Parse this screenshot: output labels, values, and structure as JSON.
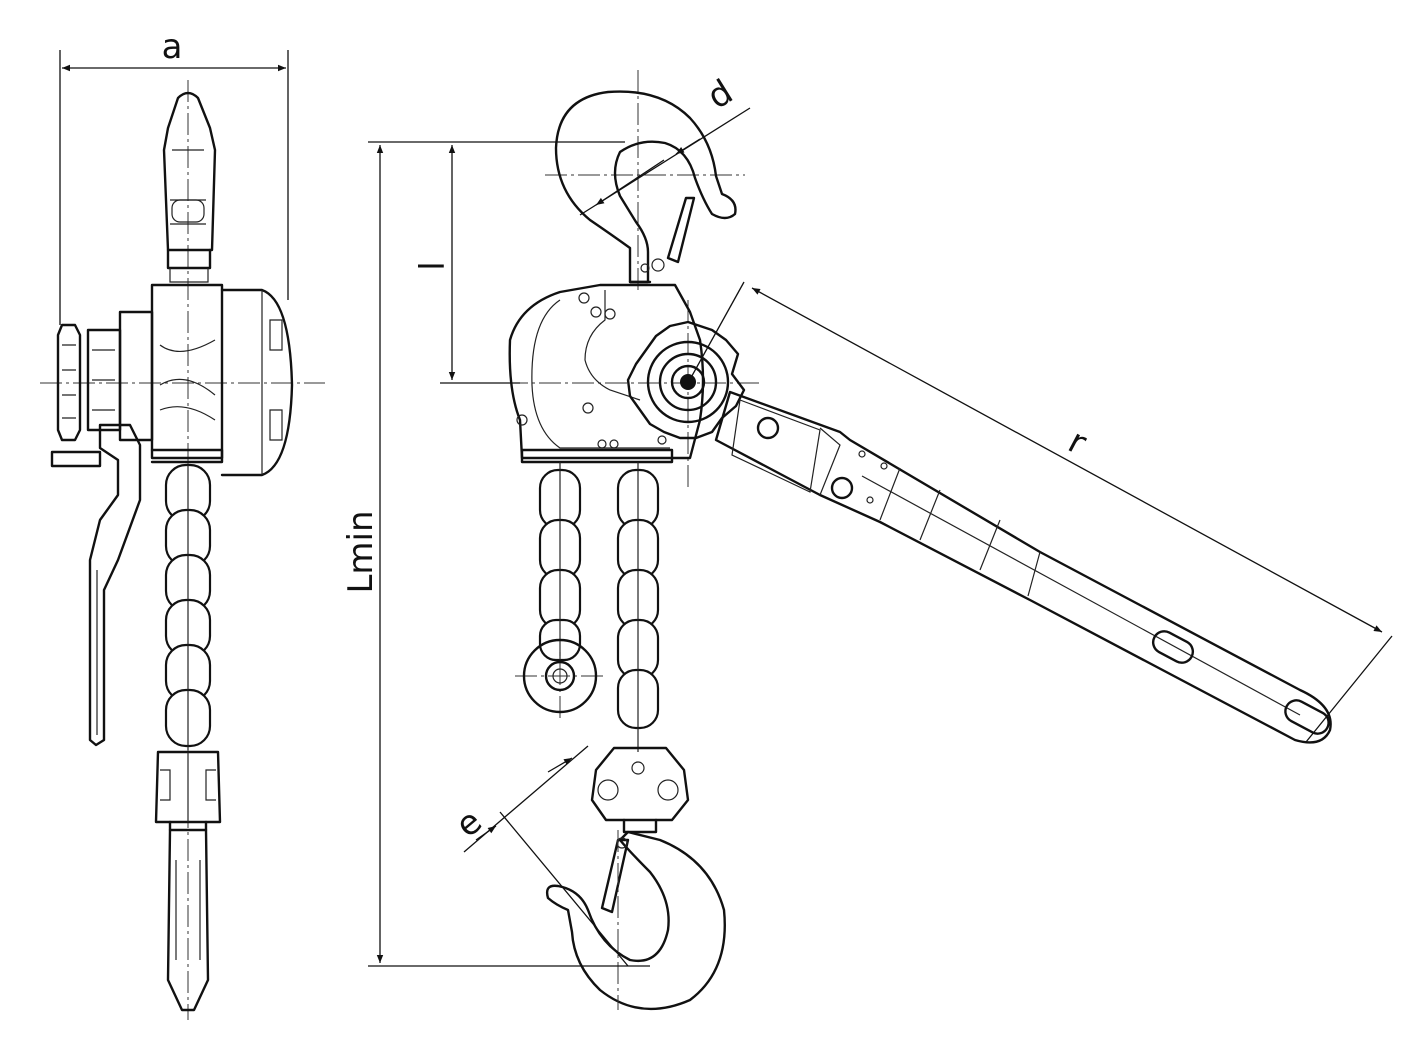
{
  "labels": {
    "a": "a",
    "d": "d",
    "l": "l",
    "lmin": "Lmin",
    "r": "r",
    "e": "e"
  }
}
